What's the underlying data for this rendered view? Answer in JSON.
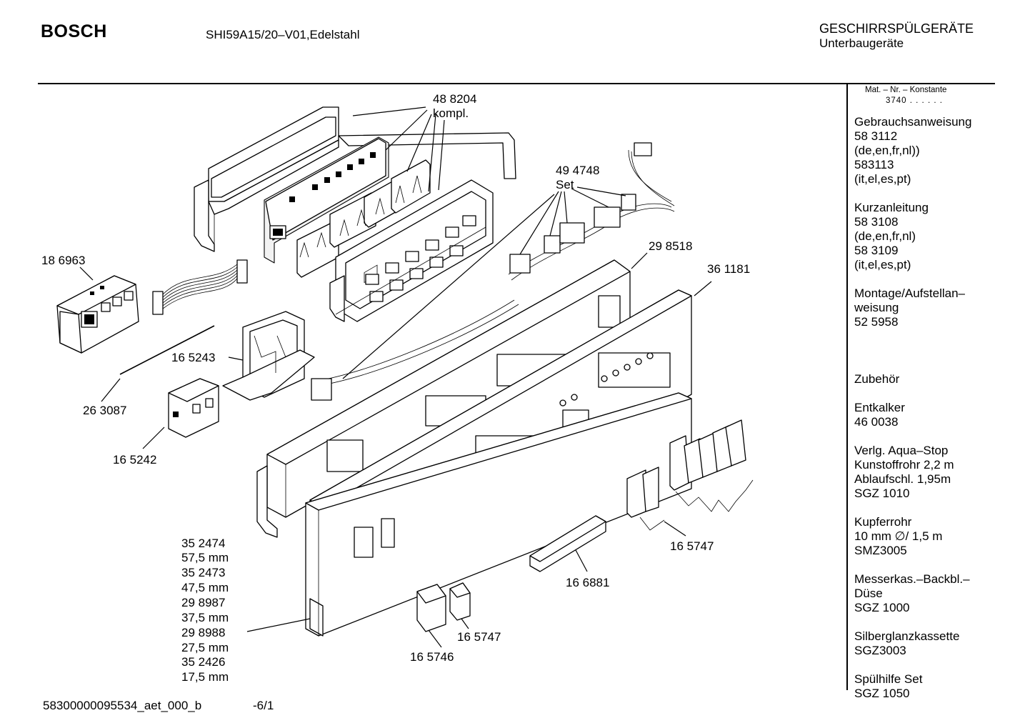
{
  "header": {
    "brand": "BOSCH",
    "model": "SHI59A15/20–V01,Edelstahl",
    "category_line1": "GESCHIRRSPÜLGERÄTE",
    "category_line2": "Unterbaugeräte"
  },
  "mat_info": {
    "label": "Mat. – Nr. – Konstante",
    "value": "3740 . .  .  .  .  ."
  },
  "sidebar": {
    "blocks": [
      {
        "lines": [
          "Gebrauchsanweisung",
          "58 3112",
          "(de,en,fr,nl))",
          "583113",
          "(it,el,es,pt)"
        ]
      },
      {
        "lines": [
          "Kurzanleitung",
          "58 3108",
          "(de,en,fr,nl)",
          "58 3109",
          "(it,el,es,pt)"
        ]
      },
      {
        "lines": [
          "Montage/Aufstellan–",
          "weisung",
          "52 5958"
        ]
      },
      {
        "lines": [
          ""
        ]
      },
      {
        "lines": [
          "Zubehör"
        ]
      },
      {
        "lines": [
          "Entkalker",
          "46 0038"
        ]
      },
      {
        "lines": [
          "Verlg. Aqua–Stop",
          "Kunstoffrohr 2,2 m",
          "Ablaufschl. 1,95m",
          "SGZ 1010"
        ]
      },
      {
        "lines": [
          "Kupferrohr",
          "10 mm ∅/ 1,5 m",
          "SMZ3005"
        ]
      },
      {
        "lines": [
          "Messerkas.–Backbl.–",
          "Düse",
          "SGZ 1000"
        ]
      },
      {
        "lines": [
          "Silberglanzkassette",
          "SGZ3003"
        ]
      },
      {
        "lines": [
          "Spülhilfe Set",
          "SGZ 1050"
        ]
      }
    ]
  },
  "parts": {
    "p488204": "48 8204",
    "p488204_sub": "kompl.",
    "p494748": "49 4748",
    "p494748_sub": "Set",
    "p186963": "18 6963",
    "p298518": "29 8518",
    "p361181": "36 1181",
    "p165243": "16 5243",
    "p263087": "26 3087",
    "p165242": "16 5242",
    "p165747a": "16 5747",
    "p166881": "16 6881",
    "p165747b": "16 5747",
    "p165746": "16 5746",
    "front_panels": [
      "35 2474",
      "57,5 mm",
      "35 2473",
      "47,5 mm",
      "29 8987",
      "37,5 mm",
      "29 8988",
      "27,5 mm",
      "35 2426",
      "17,5 mm"
    ]
  },
  "footer": {
    "doc_id": "58300000095534_aet_000_b",
    "page": "-6/1"
  }
}
